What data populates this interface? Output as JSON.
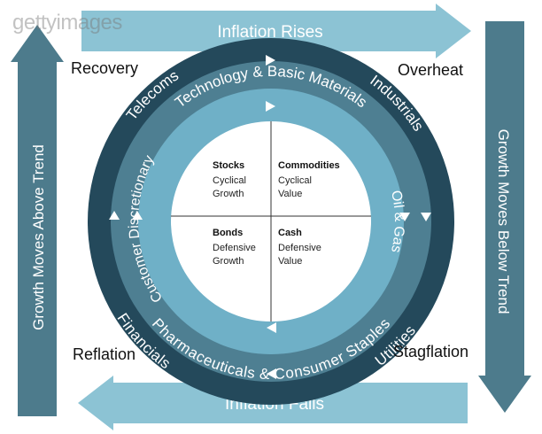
{
  "watermark": "gettyimages",
  "arrows": {
    "top": "Inflation Rises",
    "bottom": "Inflation Falls",
    "left": "Growth Moves Above Trend",
    "right": "Growth Moves Below Trend"
  },
  "phases": {
    "top_left": "Recovery",
    "top_right": "Overheat",
    "bottom_left": "Reflation",
    "bottom_right": "Stagflation"
  },
  "outer_ring": {
    "telecoms": "Telecoms",
    "industrials": "Industrials",
    "utilities": "Utilities",
    "financials": "Financials"
  },
  "middle_ring": {
    "tech": "Technology & Basic Materials",
    "pharma": "Pharmaceuticals & Consumer Staples"
  },
  "inner_ring": {
    "discretionary": "Customer Discretionary",
    "oil": "Oil & Gas"
  },
  "quadrants": [
    {
      "title": "Stocks",
      "line1": "Cyclical",
      "line2": "Growth"
    },
    {
      "title": "Commodities",
      "line1": "Cyclical",
      "line2": "Value"
    },
    {
      "title": "Bonds",
      "line1": "Defensive",
      "line2": "Growth"
    },
    {
      "title": "Cash",
      "line1": "Defensive",
      "line2": "Value"
    }
  ],
  "colors": {
    "arrow_light": "#8cc3d4",
    "arrow_dark": "#4d7b8c",
    "ring_outer": "#24495b",
    "ring_mid": "#4e7f92",
    "ring_inner": "#6fb0c7",
    "center": "#ffffff"
  }
}
